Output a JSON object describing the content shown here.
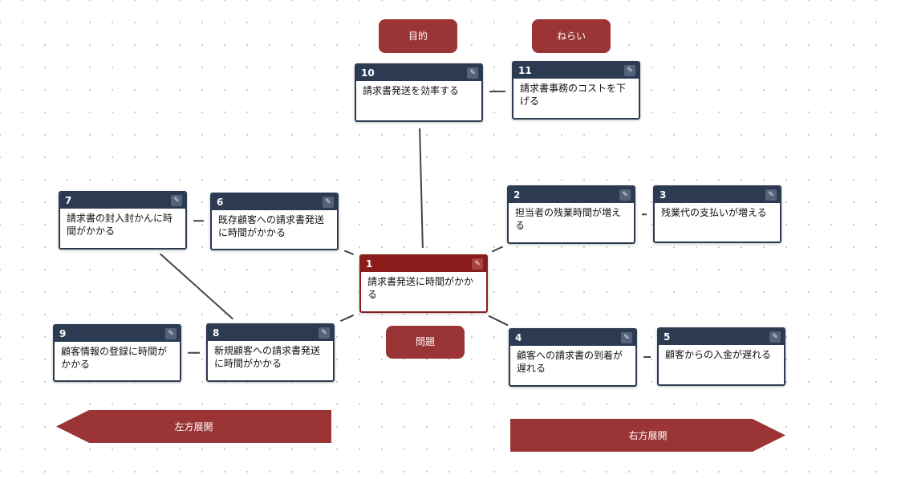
{
  "labels": {
    "purpose": "目的",
    "aim": "ねらい",
    "problem": "問題",
    "left_expand": "左方展開",
    "right_expand": "右方展開"
  },
  "cards": [
    {
      "id": "1",
      "text": "請求書発送に時間がかかる"
    },
    {
      "id": "2",
      "text": "担当者の残業時間が増える"
    },
    {
      "id": "3",
      "text": "残業代の支払いが増える"
    },
    {
      "id": "4",
      "text": "顧客への請求書の到着が遅れる"
    },
    {
      "id": "5",
      "text": "顧客からの入金が遅れる"
    },
    {
      "id": "6",
      "text": "既存顧客への請求書発送に時間がかかる"
    },
    {
      "id": "7",
      "text": "請求書の封入封かんに時間がかかる"
    },
    {
      "id": "8",
      "text": "新規顧客への請求書発送に時間がかかる"
    },
    {
      "id": "9",
      "text": "顧客情報の登録に時間がかかる"
    },
    {
      "id": "10",
      "text": "請求書発送を効率する"
    },
    {
      "id": "11",
      "text": "請求書事務のコストを下げる"
    }
  ],
  "edges": [
    [
      "1",
      "10"
    ],
    [
      "10",
      "11"
    ],
    [
      "1",
      "2"
    ],
    [
      "2",
      "3"
    ],
    [
      "1",
      "4"
    ],
    [
      "4",
      "5"
    ],
    [
      "1",
      "6"
    ],
    [
      "6",
      "7"
    ],
    [
      "1",
      "8"
    ],
    [
      "8",
      "9"
    ],
    [
      "7",
      "8"
    ]
  ],
  "colors": {
    "card_header": "#2c3b52",
    "center_header": "#8b1c1c",
    "label_fill": "#9b3434",
    "connector": "#444444"
  },
  "icons": {
    "edit": "edit-icon"
  }
}
